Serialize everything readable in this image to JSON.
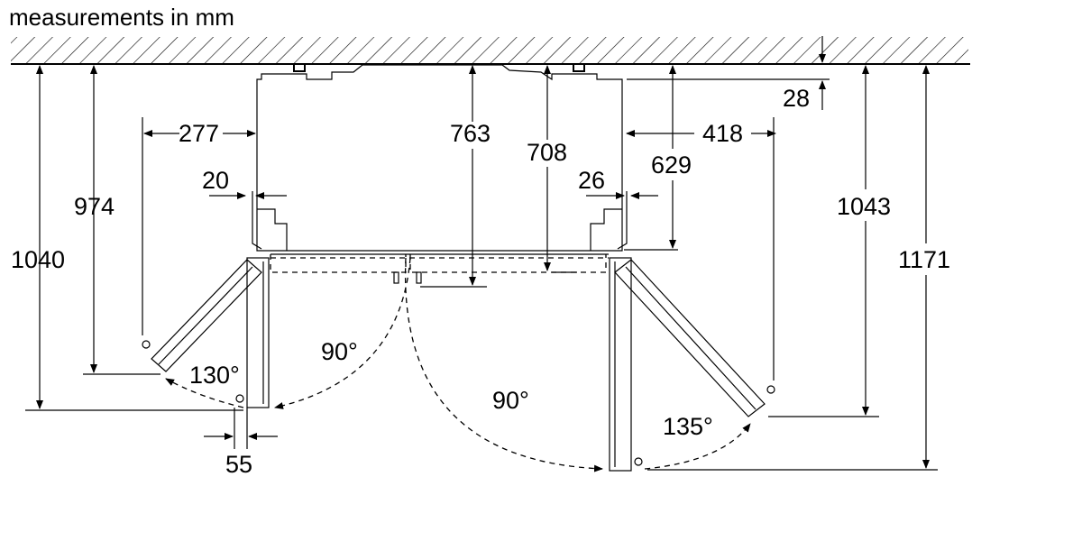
{
  "title": "measurements in mm",
  "dimensions": {
    "d277": "277",
    "d20": "20",
    "d974": "974",
    "d1040": "1040",
    "d763": "763",
    "d708": "708",
    "d629": "629",
    "d26": "26",
    "d418": "418",
    "d28": "28",
    "d1043": "1043",
    "d1171": "1171",
    "d55": "55"
  },
  "angles": {
    "a130": "130°",
    "a90_left": "90°",
    "a90_right": "90°",
    "a135": "135°"
  }
}
